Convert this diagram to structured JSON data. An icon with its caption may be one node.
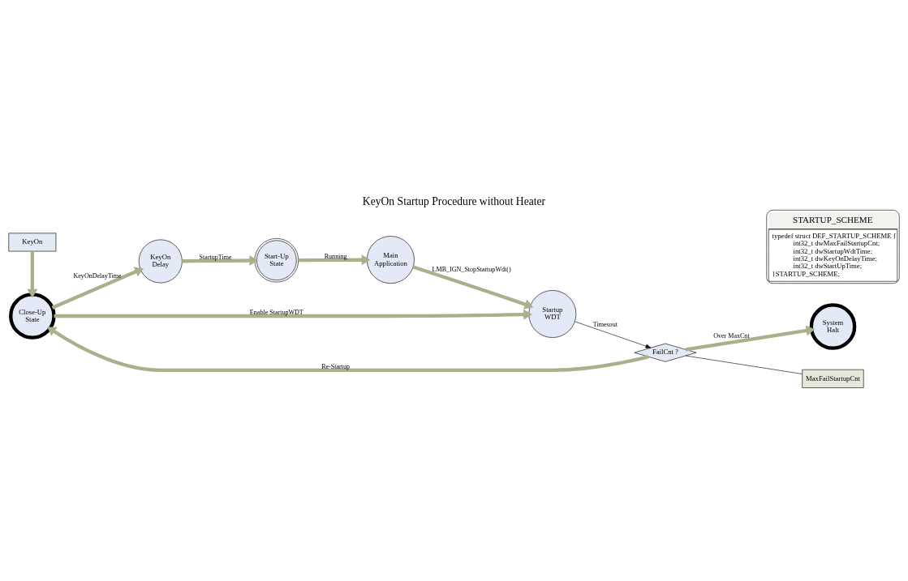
{
  "diagram": {
    "title": "KeyOn Startup Procedure without Heater",
    "nodes": [
      {
        "text": [
          "KeyOn"
        ]
      },
      {
        "text": [
          "Close-Up State"
        ]
      },
      {
        "text": [
          "KeyOn Delay"
        ]
      },
      {
        "text": [
          "Start-Up State"
        ]
      },
      {
        "text": [
          "Main Application"
        ]
      },
      {
        "text": [
          "Startup WDT"
        ]
      },
      {
        "text": [
          "FailCnt ?"
        ]
      },
      {
        "text": [
          "System Halt"
        ]
      },
      {
        "text": [
          "MaxFailStartupCnt"
        ]
      },
      {
        "text": [
          "STARTUP_SCHEME",
          "typedef struct DEF_STARTUP_SCHEME {",
          "int32_t dwMaxFailStartupCnt;",
          "int32_t dwStartupWdtTime;",
          "int32_t dwKeyOnDelayTime;",
          "int32_t dwStartUpTime;",
          "}STARTUP_SCHEME;"
        ]
      }
    ],
    "edges": [
      {
        "from": 0,
        "to": 1,
        "arrow": "to"
      },
      {
        "from": 1,
        "to": 2,
        "arrow": "to",
        "label": "KeyOnDelayTime"
      },
      {
        "from": 2,
        "to": 3,
        "arrow": "to",
        "label": "StartupTime"
      },
      {
        "from": 3,
        "to": 4,
        "arrow": "to",
        "label": "Running"
      },
      {
        "from": 1,
        "to": 5,
        "arrow": "to",
        "label": "Enable StartupWDT"
      },
      {
        "from": 4,
        "to": 5,
        "arrow": "to",
        "label": "LMB_IGN_StopStartupWdt()"
      },
      {
        "from": 5,
        "to": 6,
        "arrow": "to",
        "label": "Timesout",
        "color": "#000000"
      },
      {
        "from": 6,
        "to": 1,
        "arrow": "to",
        "label": "Re-Startup"
      },
      {
        "from": 6,
        "to": 7,
        "arrow": "to",
        "label": "Over MaxCnt"
      },
      {
        "from": 6,
        "to": 8,
        "arrow": "none",
        "color": "#000000"
      }
    ]
  }
}
